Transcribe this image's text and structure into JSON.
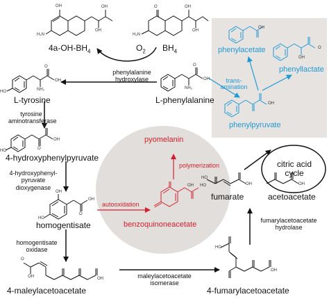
{
  "colors": {
    "text": "#111111",
    "blue": "#1e9ad6",
    "red": "#d4202b",
    "gray_box": "#e6e3e1",
    "gray_circle": "#e2dedc"
  },
  "compounds": {
    "oh_bh4": "4a-OH-BH",
    "oh_bh4_sub": "4",
    "o2": "O",
    "o2_sub": "2",
    "bh4": "BH",
    "bh4_sub": "4",
    "l_tyrosine": "L-tyrosine",
    "l_phenylalanine": "L-phenylalanine",
    "hpp": "4-hydroxyphenylpyruvate",
    "homogentisate": "homogentisate",
    "maa": "4-maleylacetoacetate",
    "faa": "4-fumarylacetoacetate",
    "fumarate": "fumarate",
    "acetoacetate": "acetoacetate",
    "citric_acid_cycle": "citric acid cycle"
  },
  "enzymes": {
    "pah": "phenylalanine hydroxylase",
    "tat": "tyrosine aminotransferase",
    "hppd": "4-hydroxyphenyl-pyruvate dioxygenase",
    "hgd": "homogentisate oxidase",
    "mai": "maleylacetoacetate isomerase",
    "fah": "fumarylacetoacetate hydrolase"
  },
  "side_pathway": {
    "phenylacetate": "phenylacetate",
    "phenyllactate": "phenyllactate",
    "phenylpyruvate": "phenylpyruvate",
    "transamination": "trans-amination"
  },
  "pyomelanin_pathway": {
    "pyomelanin": "pyomelanin",
    "polymerization": "polymerization",
    "autooxidation": "autooxidation",
    "benzoquinoneacetate": "benzoquinoneacetate"
  },
  "atom_labels": {
    "oh": "OH",
    "o": "O",
    "nh": "NH",
    "n": "N",
    "h2n": "H₂N",
    "nh2": "NH₂",
    "ho": "HO",
    "h": "H"
  }
}
